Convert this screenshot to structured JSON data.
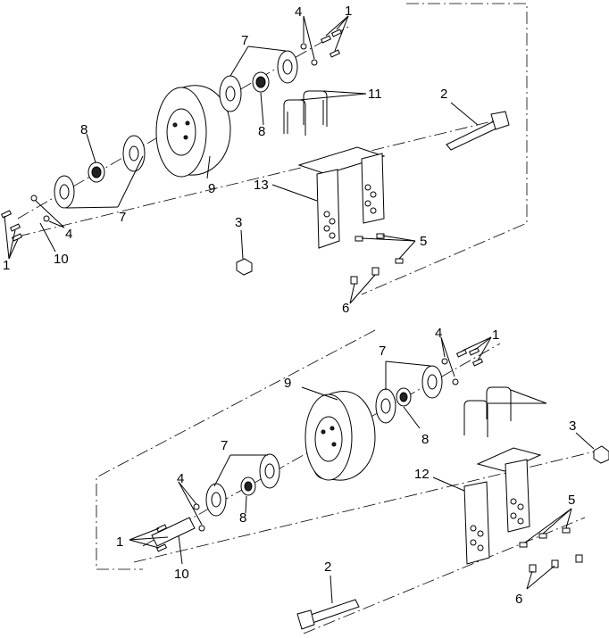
{
  "callouts": {
    "top": {
      "n1a": "1",
      "n1b": "1",
      "n2": "2",
      "n3": "3",
      "n4a": "4",
      "n4b": "4",
      "n5": "5",
      "n6": "6",
      "n7a": "7",
      "n7b": "7",
      "n8a": "8",
      "n8b": "8",
      "n9": "9",
      "n10": "10",
      "n11": "11",
      "n13": "13"
    },
    "bottom": {
      "n1a": "1",
      "n1b": "1",
      "n2": "2",
      "n3": "3",
      "n4a": "4",
      "n4b": "4",
      "n5": "5",
      "n6": "6",
      "n7a": "7",
      "n7b": "7",
      "n8a": "8",
      "n8b": "8",
      "n9": "9",
      "n10": "10",
      "n12": "12"
    }
  }
}
